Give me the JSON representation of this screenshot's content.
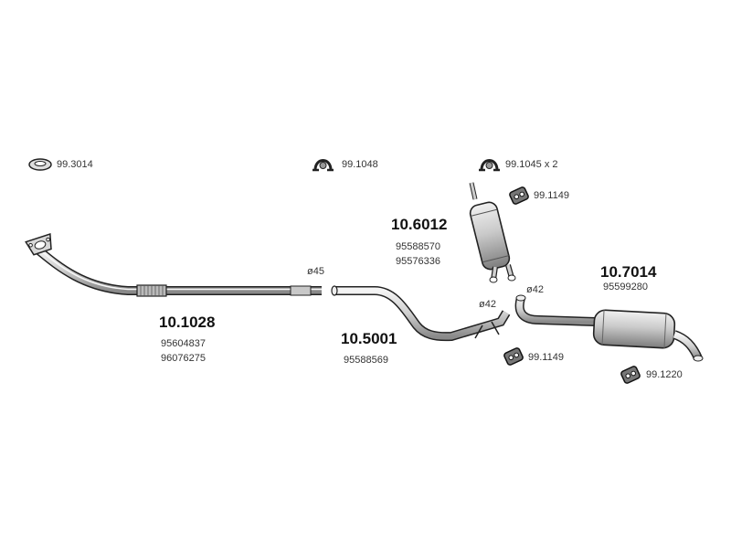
{
  "accessories": {
    "gasket": "99.3014",
    "clamp_a": "99.1048",
    "clamp_b": "99.1045 x 2",
    "rubber_a": "99.1149",
    "rubber_b": "99.1149",
    "rubber_c": "99.1220"
  },
  "parts": {
    "front_pipe": {
      "code": "10.1028",
      "oem": [
        "95604837",
        "96076275"
      ]
    },
    "middle_pipe": {
      "code": "10.5001",
      "oem": [
        "95588569"
      ]
    },
    "center_silencer": {
      "code": "10.6012",
      "oem": [
        "95588570",
        "95576336"
      ]
    },
    "rear_silencer": {
      "code": "10.7014",
      "oem": [
        "95599280"
      ]
    }
  },
  "diameters": {
    "d45": "ø45",
    "d42_left": "ø42",
    "d42_right": "ø42"
  }
}
